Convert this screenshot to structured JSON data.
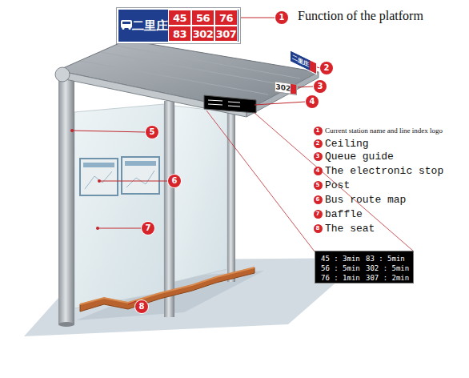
{
  "diagram": {
    "nodes": [
      {
        "text": [
          "二里庄",
          "45",
          "56",
          "76",
          "83",
          "302",
          "307"
        ]
      },
      {
        "text": [
          "1"
        ]
      },
      {
        "text": [
          "二里庄"
        ]
      },
      {
        "text": [
          "2"
        ]
      },
      {
        "text": [
          "302"
        ]
      },
      {
        "text": [
          "3"
        ]
      },
      {
        "text": [
          "4"
        ]
      },
      {
        "text": [
          "1"
        ]
      },
      {
        "text": [
          "2"
        ]
      },
      {
        "text": [
          "3"
        ]
      },
      {
        "text": [
          "4"
        ]
      },
      {
        "text": [
          "5"
        ]
      },
      {
        "text": [
          "6"
        ]
      },
      {
        "text": [
          "7"
        ]
      },
      {
        "text": [
          "8"
        ]
      },
      {
        "text": [
          "5"
        ]
      },
      {
        "text": [
          "6"
        ]
      },
      {
        "text": [
          "7"
        ]
      },
      {
        "text": [
          "45 : 3min",
          "83 : 5min",
          "56 : 5min",
          "302 : 5min",
          "76 : 1min",
          "307 : 2min"
        ]
      },
      {
        "text": [
          "8"
        ]
      }
    ],
    "labels": [
      "Function of the platform",
      "Current station name and line index logo",
      "Ceiling",
      "Queue guide",
      "The electronic stop",
      "Post",
      "Bus route map",
      "baffle",
      "The seat"
    ]
  }
}
